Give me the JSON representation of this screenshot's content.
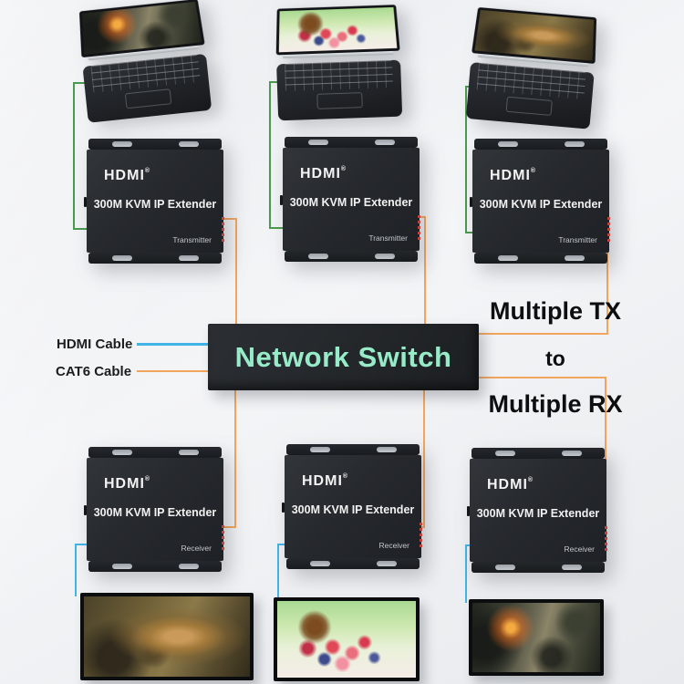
{
  "legend": {
    "hdmi_cable": "HDMI Cable",
    "cat6_cable": "CAT6 Cable"
  },
  "annotation": {
    "multiple_tx": "Multiple TX",
    "to": "to",
    "multiple_rx": "Multiple RX"
  },
  "network_switch": {
    "label": "Network Switch",
    "body_color": "#23262a",
    "label_color": "#97ebc8"
  },
  "extender": {
    "brand": "HDMI",
    "brand_reg": "®",
    "model": "300M KVM IP Extender",
    "transmitter_label": "Transmitter",
    "receiver_label": "Receiver"
  },
  "cable_colors": {
    "hdmi_display_cable": "#42b3e6",
    "cat6_cable": "#f2a55c",
    "source_link_cable": "#4a9a50"
  },
  "screens": {
    "laptops": [
      "fps-game-scene",
      "berries-basket-scene",
      "chipmunk-scene"
    ],
    "monitors": [
      "chipmunk-scene",
      "berries-basket-scene",
      "fps-game-scene"
    ]
  }
}
